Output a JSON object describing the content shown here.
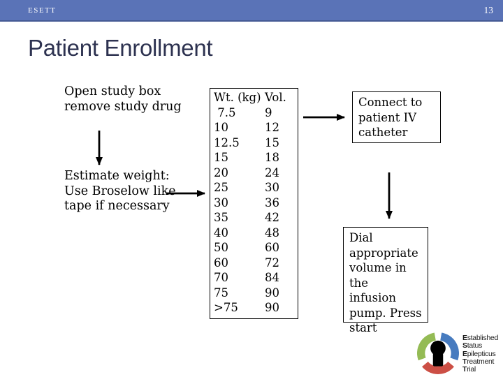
{
  "header": {
    "brand": "ESETT",
    "page_number": "13"
  },
  "title": "Patient Enrollment",
  "steps": {
    "open_box": "Open study box\nremove study drug",
    "estimate_weight": "Estimate weight:\nUse Broselow like\ntape if necessary"
  },
  "boxes": {
    "connect": "Connect to\npatient IV\ncatheter",
    "dial": "Dial\nappropriate\nvolume in the\ninfusion\npump. Press\nstart"
  },
  "table": {
    "headers": [
      "Wt. (kg)",
      "Vol."
    ],
    "rows": [
      [
        " 7.5",
        "9"
      ],
      [
        "10",
        "12"
      ],
      [
        "12.5",
        "15"
      ],
      [
        "15",
        "18"
      ],
      [
        "20",
        "24"
      ],
      [
        "25",
        "30"
      ],
      [
        "30",
        "36"
      ],
      [
        "35",
        "42"
      ],
      [
        "40",
        "48"
      ],
      [
        "50",
        "60"
      ],
      [
        "60",
        "72"
      ],
      [
        "70",
        "84"
      ],
      [
        "75",
        "90"
      ],
      [
        ">75",
        "90"
      ]
    ]
  },
  "logo": {
    "words": [
      "Established",
      "Status",
      "Epilepticus",
      "Treatment",
      "Trial"
    ],
    "colors": {
      "green": "#94bb55",
      "blue": "#477bbf",
      "red": "#cc4f45",
      "silhouette": "#000000"
    }
  },
  "colors": {
    "top_bar": "#5a73b7",
    "title_text": "#2d3250",
    "arrow": "#000000"
  }
}
